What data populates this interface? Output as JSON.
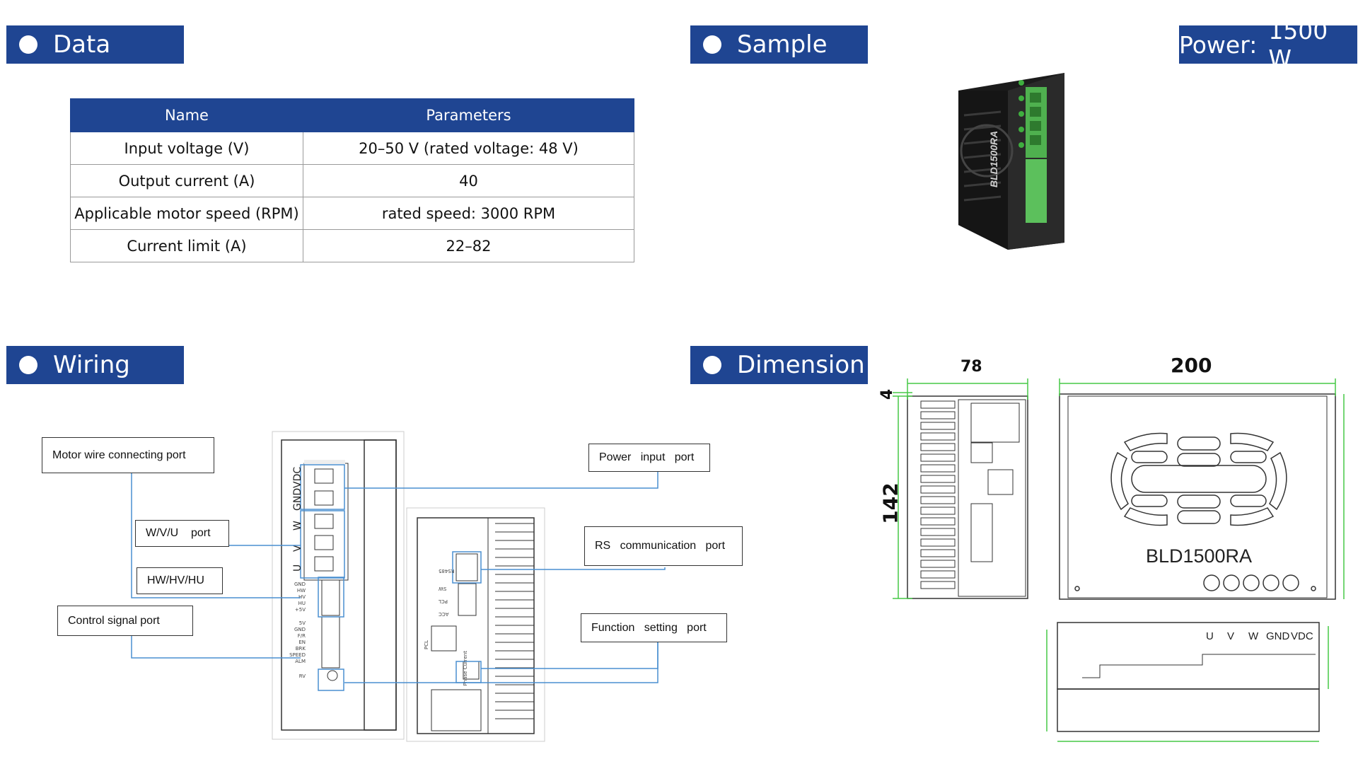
{
  "sections": {
    "data": "Data",
    "sample": "Sample",
    "wiring": "Wiring",
    "dimension": "Dimension"
  },
  "power": {
    "label": "Power:",
    "value": "1500 W"
  },
  "table": {
    "headers": [
      "Name",
      "Parameters"
    ],
    "rows": [
      [
        "Input voltage (V)",
        "20–50 V (rated voltage: 48 V)"
      ],
      [
        "Output current (A)",
        "40"
      ],
      [
        "Applicable motor speed (RPM)",
        "rated speed: 3000 RPM"
      ],
      [
        "Current limit (A)",
        "22–82"
      ]
    ]
  },
  "sample": {
    "model_text": "BLD1500RA"
  },
  "wiring": {
    "motor_wire_port": "Motor wire connecting port",
    "wvu_port": "W/V/U    port",
    "hall_port": "HW/HV/HU",
    "control_port": "Control signal port",
    "power_port": "Power   input   port",
    "rs_port": "RS   communication   port",
    "function_port": "Function   setting   port",
    "terminal_labels": [
      "VDC",
      "GND",
      "W",
      "V",
      "U"
    ],
    "small_labels": [
      "GND",
      "HW",
      "HV",
      "HU",
      "+5V",
      "5V",
      "GND",
      "F/R",
      "EN",
      "BRK",
      "SPEED",
      "ALM",
      "RV"
    ],
    "right_labels": [
      "RS485",
      "SW",
      "PCL",
      "ACC",
      "PCL",
      "Phase Current"
    ]
  },
  "dimension": {
    "width_side": "78",
    "width_front": "200",
    "height_side": "142",
    "top_offset": "4",
    "model": "BLD1500RA",
    "bottom_labels": [
      "U",
      "V",
      "W",
      "GND",
      "VDC"
    ]
  },
  "colors": {
    "accent": "#1f4592",
    "dim_line": "#46c846",
    "wire": "#4a8fd0"
  }
}
